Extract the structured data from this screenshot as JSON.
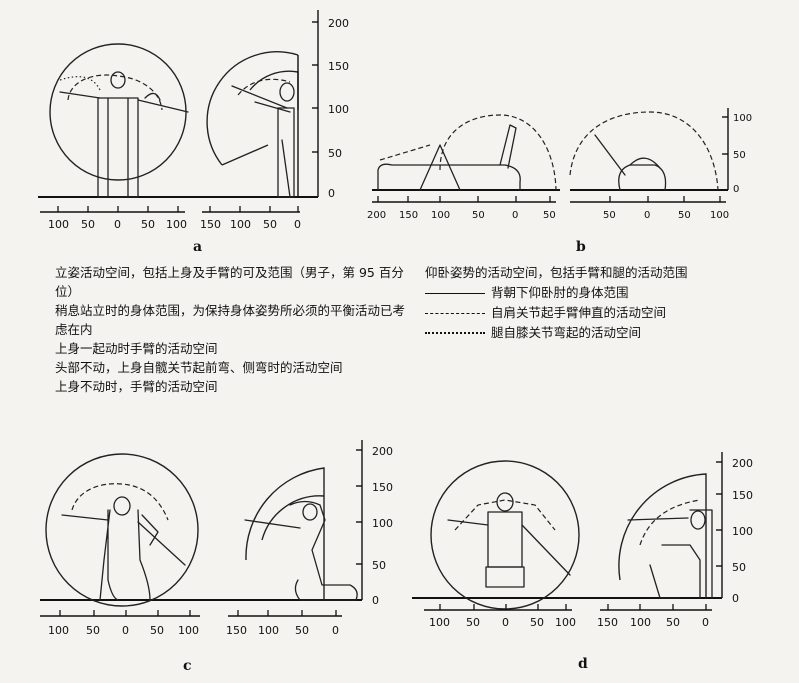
{
  "panels": {
    "a": {
      "letter": "a",
      "height_ticks": [
        "200",
        "150",
        "100",
        "50",
        "0"
      ],
      "bottom_ticks_left": [
        "100",
        "50",
        "0",
        "50",
        "100"
      ],
      "bottom_ticks_right": [
        "150",
        "100",
        "50",
        "0"
      ]
    },
    "b": {
      "letter": "b",
      "height_ticks": [
        "100",
        "50",
        "0"
      ],
      "bottom_ticks_left": [
        "200",
        "150",
        "100",
        "50",
        "0",
        "50"
      ],
      "bottom_ticks_right": [
        "50",
        "0",
        "50",
        "100"
      ]
    },
    "c": {
      "letter": "c",
      "height_ticks": [
        "200",
        "150",
        "100",
        "50",
        "0"
      ],
      "bottom_ticks_left": [
        "100",
        "50",
        "0",
        "50",
        "100"
      ],
      "bottom_ticks_right": [
        "150",
        "100",
        "50",
        "0"
      ]
    },
    "d": {
      "letter": "d",
      "height_ticks": [
        "200",
        "150",
        "100",
        "50",
        "0"
      ],
      "bottom_ticks_left": [
        "100",
        "50",
        "0",
        "50",
        "100"
      ],
      "bottom_ticks_right": [
        "150",
        "100",
        "50",
        "0"
      ]
    }
  },
  "legend_left": {
    "line1": "立姿活动空间，包括上身及手臂的可及范围（男子，第 95 百分位）",
    "line2": "稍息站立时的身体范围，为保持身体姿势所必须的平衡活动已考虑在内",
    "line3": "上身一起动时手臂的活动空间",
    "line4": "头部不动，上身自髋关节起前弯、侧弯时的活动空间",
    "line5": "上身不动时，手臂的活动空间"
  },
  "legend_right": {
    "title": "仰卧姿势的活动空间，包括手臂和腿的活动范围",
    "solid_label": "背朝下仰卧肘的身体范围",
    "dashed_label": "自肩关节起手臂伸直的活动空间",
    "dotted_label": "腿自膝关节弯起的活动空间"
  }
}
